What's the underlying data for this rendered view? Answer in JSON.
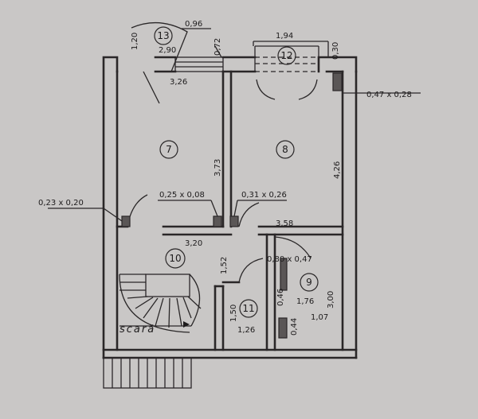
{
  "rooms": {
    "r7": "7",
    "r8": "8",
    "r9": "9",
    "r10": "10",
    "r11": "11",
    "r12": "12",
    "r13": "13"
  },
  "dimensions": {
    "d_120": "1,20",
    "d_096": "0,96",
    "d_194": "1,94",
    "d_030": "0,30",
    "d_290": "2,90",
    "d_072": "0,72",
    "d_326": "3,26",
    "d_047x028": "0,47 x 0,28",
    "d_373": "3,73",
    "d_426": "4,26",
    "d_023x020": "0,23 x 0,20",
    "d_025x008": "0,25 x 0,08",
    "d_031x026": "0,31 x 0,26",
    "d_358": "3,58",
    "d_320": "3,20",
    "d_152": "1,52",
    "d_080x047": "0,80 x 0,47",
    "d_150": "1,50",
    "d_176": "1,76",
    "d_300": "3,00",
    "d_107": "1,07",
    "d_126": "1,26",
    "d_044": "0,44",
    "d_046": "0,46"
  },
  "stairs_label": "scară"
}
